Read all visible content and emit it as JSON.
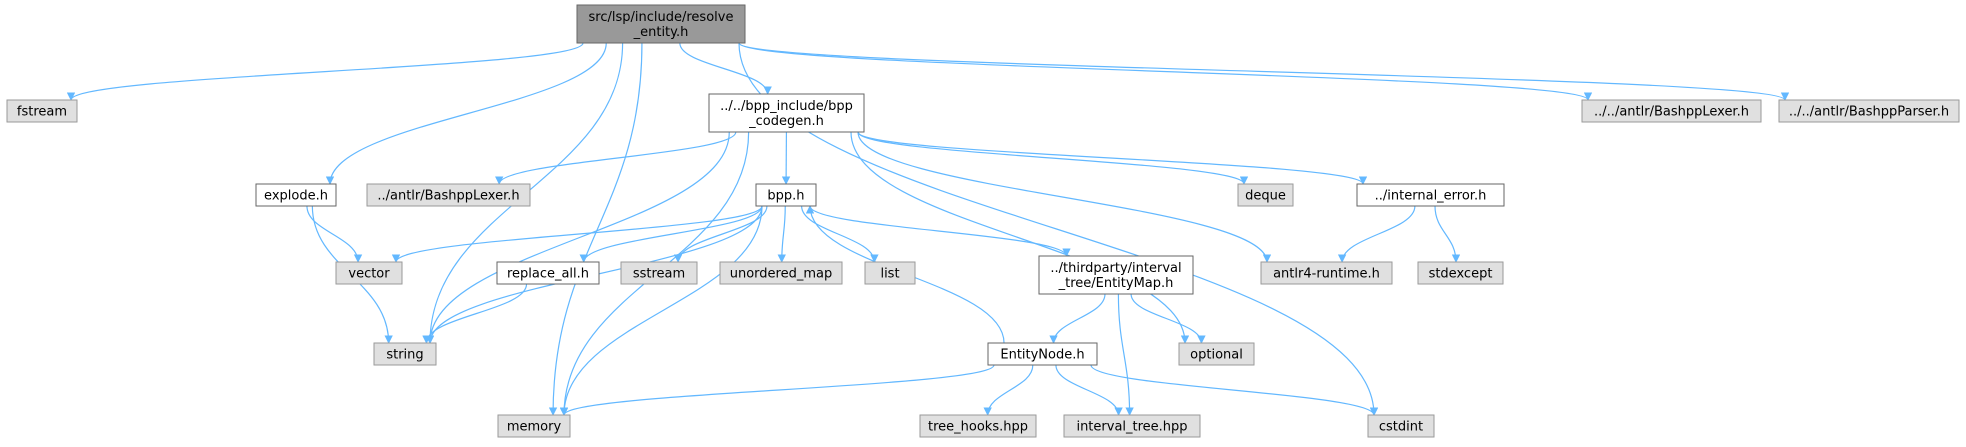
{
  "graph": {
    "colors": {
      "edge": "#63b8ff",
      "root_fill": "#999999",
      "local_fill": "#ffffff",
      "system_fill": "#e0e0e0",
      "border": "#666666"
    },
    "nodes": [
      {
        "id": "resolve_entity",
        "kind": "root",
        "label": [
          "src/lsp/include/resolve",
          "_entity.h"
        ]
      },
      {
        "id": "fstream",
        "kind": "system",
        "label": [
          "fstream"
        ]
      },
      {
        "id": "memory",
        "kind": "system",
        "label": [
          "memory"
        ]
      },
      {
        "id": "string",
        "kind": "system",
        "label": [
          "string"
        ]
      },
      {
        "id": "explode",
        "kind": "local",
        "label": [
          "explode.h"
        ]
      },
      {
        "id": "bpp_codegen",
        "kind": "local",
        "label": [
          "../../bpp_include/bpp",
          "_codegen.h"
        ]
      },
      {
        "id": "cstdint",
        "kind": "system",
        "label": [
          "cstdint"
        ]
      },
      {
        "id": "lexer_root",
        "kind": "system",
        "label": [
          "../../antlr/BashppLexer.h"
        ]
      },
      {
        "id": "parser_root",
        "kind": "system",
        "label": [
          "../../antlr/BashppParser.h"
        ]
      },
      {
        "id": "lexer_codegen",
        "kind": "system",
        "label": [
          "../antlr/BashppLexer.h"
        ]
      },
      {
        "id": "bpp",
        "kind": "local",
        "label": [
          "bpp.h"
        ]
      },
      {
        "id": "deque",
        "kind": "system",
        "label": [
          "deque"
        ]
      },
      {
        "id": "internal_error",
        "kind": "local",
        "label": [
          "../internal_error.h"
        ]
      },
      {
        "id": "antlr4runtime",
        "kind": "system",
        "label": [
          "antlr4-runtime.h"
        ]
      },
      {
        "id": "optional",
        "kind": "system",
        "label": [
          "optional"
        ]
      },
      {
        "id": "vector",
        "kind": "system",
        "label": [
          "vector"
        ]
      },
      {
        "id": "replace_all",
        "kind": "local",
        "label": [
          "replace_all.h"
        ]
      },
      {
        "id": "sstream",
        "kind": "system",
        "label": [
          "sstream"
        ]
      },
      {
        "id": "unordered_map",
        "kind": "system",
        "label": [
          "unordered_map"
        ]
      },
      {
        "id": "list",
        "kind": "system",
        "label": [
          "list"
        ]
      },
      {
        "id": "entitymap",
        "kind": "local",
        "label": [
          "../thirdparty/interval",
          "_tree/EntityMap.h"
        ]
      },
      {
        "id": "entitynode",
        "kind": "local",
        "label": [
          "EntityNode.h"
        ]
      },
      {
        "id": "tree_hooks",
        "kind": "system",
        "label": [
          "tree_hooks.hpp"
        ]
      },
      {
        "id": "interval_tree",
        "kind": "system",
        "label": [
          "interval_tree.hpp"
        ]
      },
      {
        "id": "stdexcept",
        "kind": "system",
        "label": [
          "stdexcept"
        ]
      }
    ],
    "edges": [
      [
        "resolve_entity",
        "fstream"
      ],
      [
        "resolve_entity",
        "memory"
      ],
      [
        "resolve_entity",
        "string"
      ],
      [
        "resolve_entity",
        "explode"
      ],
      [
        "resolve_entity",
        "bpp_codegen"
      ],
      [
        "resolve_entity",
        "cstdint"
      ],
      [
        "resolve_entity",
        "lexer_root"
      ],
      [
        "resolve_entity",
        "parser_root"
      ],
      [
        "explode",
        "string"
      ],
      [
        "explode",
        "vector"
      ],
      [
        "bpp_codegen",
        "memory"
      ],
      [
        "bpp_codegen",
        "string"
      ],
      [
        "bpp_codegen",
        "lexer_codegen"
      ],
      [
        "bpp_codegen",
        "bpp"
      ],
      [
        "bpp_codegen",
        "deque"
      ],
      [
        "bpp_codegen",
        "internal_error"
      ],
      [
        "bpp_codegen",
        "antlr4runtime"
      ],
      [
        "bpp_codegen",
        "optional"
      ],
      [
        "bpp",
        "vector"
      ],
      [
        "bpp",
        "string"
      ],
      [
        "bpp",
        "replace_all"
      ],
      [
        "bpp",
        "sstream"
      ],
      [
        "bpp",
        "unordered_map"
      ],
      [
        "bpp",
        "list"
      ],
      [
        "bpp",
        "entitymap"
      ],
      [
        "bpp",
        "memory"
      ],
      [
        "replace_all",
        "string"
      ],
      [
        "internal_error",
        "antlr4runtime"
      ],
      [
        "internal_error",
        "stdexcept"
      ],
      [
        "entitymap",
        "entitynode"
      ],
      [
        "entitymap",
        "optional"
      ],
      [
        "entitymap",
        "interval_tree"
      ],
      [
        "entitynode",
        "bpp"
      ],
      [
        "entitynode",
        "memory"
      ],
      [
        "entitynode",
        "tree_hooks"
      ],
      [
        "entitynode",
        "interval_tree"
      ],
      [
        "entitynode",
        "cstdint"
      ]
    ]
  }
}
